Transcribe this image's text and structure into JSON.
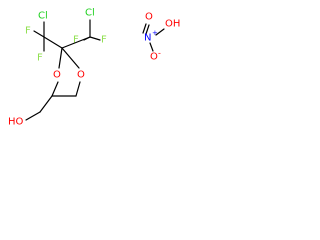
{
  "colors": {
    "bond": "#000000",
    "carbon_text": "#000000",
    "oxygen": "#ff0000",
    "nitrogen": "#0000ff",
    "fluorine": "#90e050",
    "chlorine": "#1fd01f"
  },
  "molecule_1": {
    "atoms": {
      "cl_left": "Cl",
      "cl_right": "Cl",
      "f_left_top": "F",
      "f_left_bottom": "F",
      "f_right_left": "F",
      "f_right_right": "F",
      "o_ring_left": "O",
      "o_ring_right": "O",
      "hydroxyl": "HO"
    }
  },
  "molecule_2": {
    "atoms": {
      "o_double": "O",
      "n": "N",
      "n_charge": "+",
      "oh": "OH",
      "o_minus": "O",
      "o_minus_charge": "-"
    }
  }
}
